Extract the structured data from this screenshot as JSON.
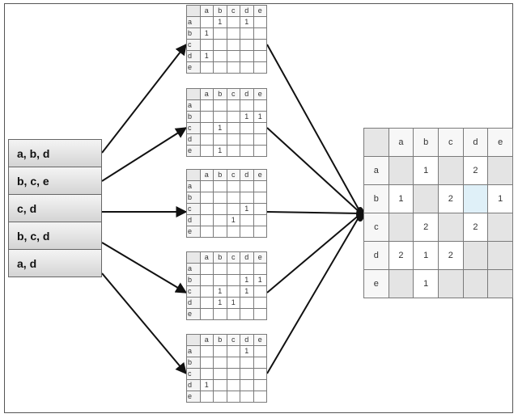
{
  "transactions": [
    "a, b, d",
    "b, c, e",
    "c, d",
    "b, c, d",
    "a, d"
  ],
  "items": [
    "a",
    "b",
    "c",
    "d",
    "e"
  ],
  "matrices": [
    [
      [
        "",
        "1",
        "",
        "1",
        ""
      ],
      [
        "1",
        "",
        "",
        "",
        ""
      ],
      [
        "",
        "",
        "",
        "",
        ""
      ],
      [
        "1",
        "",
        "",
        "",
        ""
      ],
      [
        "",
        "",
        "",
        "",
        ""
      ]
    ],
    [
      [
        "",
        "",
        "",
        "",
        ""
      ],
      [
        "",
        "",
        "",
        "1",
        "1"
      ],
      [
        "",
        "1",
        "",
        "",
        ""
      ],
      [
        "",
        "",
        "",
        "",
        ""
      ],
      [
        "",
        "1",
        "",
        "",
        ""
      ]
    ],
    [
      [
        "",
        "",
        "",
        "",
        ""
      ],
      [
        "",
        "",
        "",
        "",
        ""
      ],
      [
        "",
        "",
        "",
        "1",
        ""
      ],
      [
        "",
        "",
        "1",
        "",
        ""
      ],
      [
        "",
        "",
        "",
        "",
        ""
      ]
    ],
    [
      [
        "",
        "",
        "",
        "",
        ""
      ],
      [
        "",
        "",
        "",
        "1",
        "1"
      ],
      [
        "",
        "1",
        "",
        "1",
        ""
      ],
      [
        "",
        "1",
        "1",
        "",
        ""
      ],
      [
        "",
        "",
        "",
        "",
        ""
      ]
    ],
    [
      [
        "",
        "",
        "",
        "1",
        ""
      ],
      [
        "",
        "",
        "",
        "",
        ""
      ],
      [
        "",
        "",
        "",
        "",
        ""
      ],
      [
        "1",
        "",
        "",
        "",
        ""
      ],
      [
        "",
        "",
        "",
        "",
        ""
      ]
    ]
  ],
  "result": [
    [
      "",
      "1",
      "",
      "2",
      ""
    ],
    [
      "1",
      "",
      "2",
      "",
      "1"
    ],
    [
      "",
      "2",
      "",
      "2",
      ""
    ],
    [
      "2",
      "1",
      "2",
      "",
      ""
    ],
    [
      "",
      "1",
      "",
      "",
      ""
    ]
  ]
}
